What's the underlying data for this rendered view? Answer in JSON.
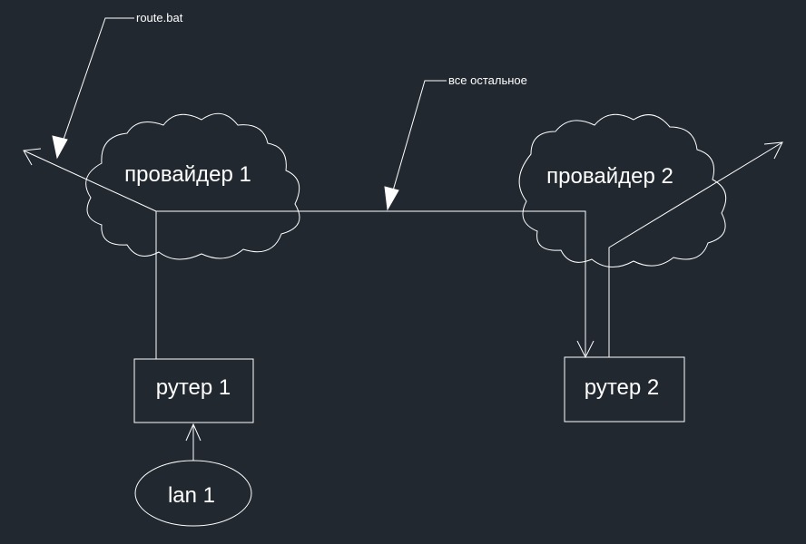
{
  "diagram": {
    "nodes": {
      "cloud1": {
        "label": "провайдер 1"
      },
      "cloud2": {
        "label": "провайдер 2"
      },
      "router1": {
        "label": "рутер 1"
      },
      "router2": {
        "label": "рутер 2"
      },
      "lan1": {
        "label": "lan 1"
      }
    },
    "annotations": {
      "route_bat": "route.bat",
      "rest": "все остальное"
    },
    "colors": {
      "background": "#212830",
      "line": "#ffffff"
    }
  }
}
